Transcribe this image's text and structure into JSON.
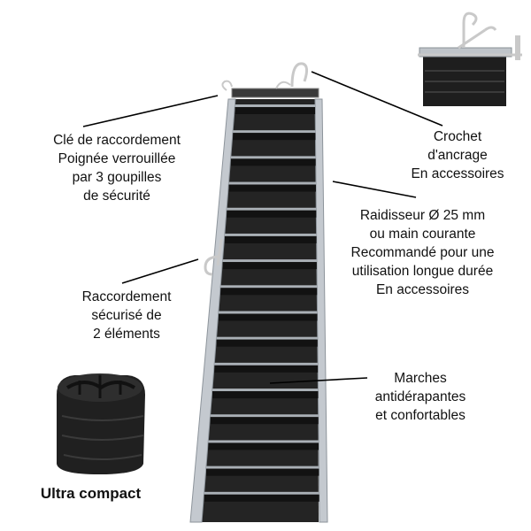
{
  "labels": {
    "cle": [
      "Clé de raccordement",
      "Poignée verrouillée",
      "par 3 goupilles",
      "de sécurité"
    ],
    "crochet": [
      "Crochet",
      "d'ancrage",
      "En accessoires"
    ],
    "raidisseur": [
      "Raidisseur Ø 25 mm",
      "ou main courante",
      "Recommandé pour une",
      "utilisation longue durée",
      "En accessoires"
    ],
    "raccordement": [
      "Raccordement",
      "sécurisé de",
      "2 éléments"
    ],
    "marches": [
      "Marches",
      "antidérapantes",
      "et confortables"
    ],
    "ultra": "Ultra compact"
  },
  "colors": {
    "rubber": "#1c1c1c",
    "steel": "#b9bec4",
    "line": "#000000"
  }
}
